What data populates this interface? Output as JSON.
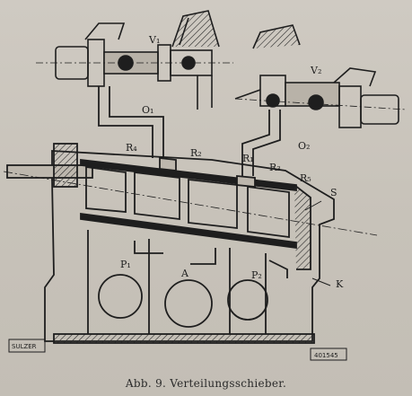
{
  "figure": {
    "labels": {
      "v1": "V₁",
      "v2": "V₂",
      "o1": "O₁",
      "o2": "O₂",
      "r1": "R₁",
      "r2": "R₂",
      "r3": "R₃",
      "r4": "R₄",
      "r5": "R₅",
      "p1": "P₁",
      "p2": "P₂",
      "a": "A",
      "s": "S",
      "k": "K"
    },
    "maker": "SULZER",
    "plate_number": "401545"
  },
  "caption": "Abb. 9.   Verteilungsschieber."
}
